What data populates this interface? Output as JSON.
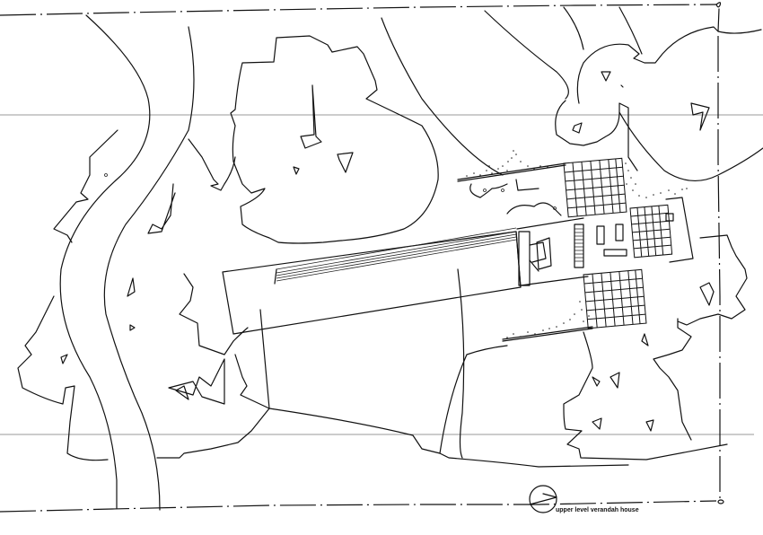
{
  "drawing": {
    "type": "architectural site plan",
    "caption": "upper level verandah house",
    "background_color": "#ffffff",
    "line_color": "#111111",
    "fold_line_color": "#9a9a9a",
    "elements": [
      {
        "name": "site-boundary",
        "style": "dash-dot"
      },
      {
        "name": "winding-driveway"
      },
      {
        "name": "tree-canopies",
        "count": 7
      },
      {
        "name": "house-main-wing"
      },
      {
        "name": "verandah-decks-gridded",
        "count": 3
      },
      {
        "name": "stair"
      },
      {
        "name": "north-point-symbol"
      }
    ]
  }
}
